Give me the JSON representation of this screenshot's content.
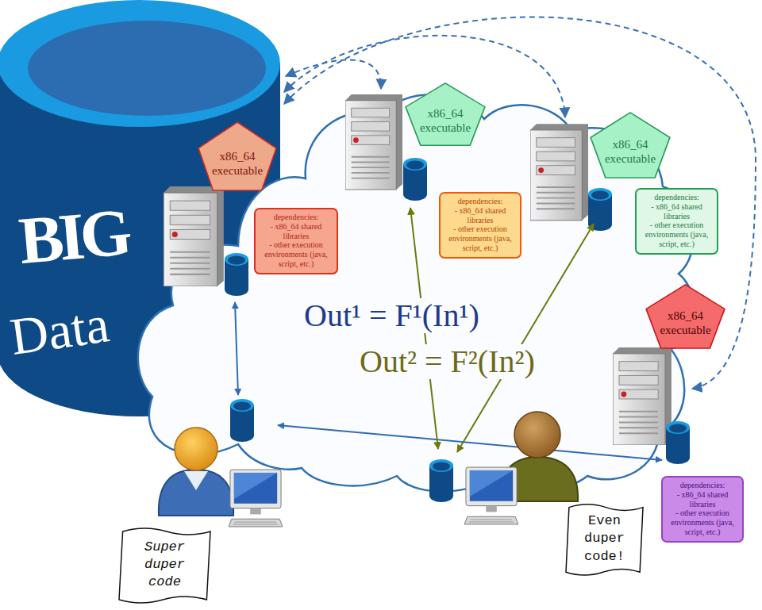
{
  "diagram": {
    "nodes": [
      {
        "text": [
          "BIG",
          "Data"
        ]
      },
      {
        "text": [
          "x86_64 executable"
        ]
      },
      {
        "text": [
          "dependencies:",
          "- x86_64 shared libraries",
          "- other execution environments (java, script, etc.)"
        ]
      },
      {
        "text": [
          "x86_64 executable"
        ]
      },
      {
        "text": [
          "dependencies:",
          "- x86_64 shared libraries",
          "- other execution environments (java, script, etc.)"
        ]
      },
      {
        "text": [
          "x86_64 executable"
        ]
      },
      {
        "text": [
          "dependencies:",
          "- x86_64 shared libraries",
          "- other execution environments (java, script, etc.)"
        ]
      },
      {
        "text": [
          "x86_64 executable"
        ]
      },
      {
        "text": [
          "dependencies:",
          "- x86_64 shared libraries",
          "- other execution environments (java, script, etc.)"
        ]
      },
      {
        "text": [
          "Super duper code"
        ]
      },
      {
        "text": [
          "Even duper code!"
        ]
      }
    ],
    "labels": [
      "Out¹ = F¹(In¹)",
      "Out² = F²(In²)"
    ]
  }
}
